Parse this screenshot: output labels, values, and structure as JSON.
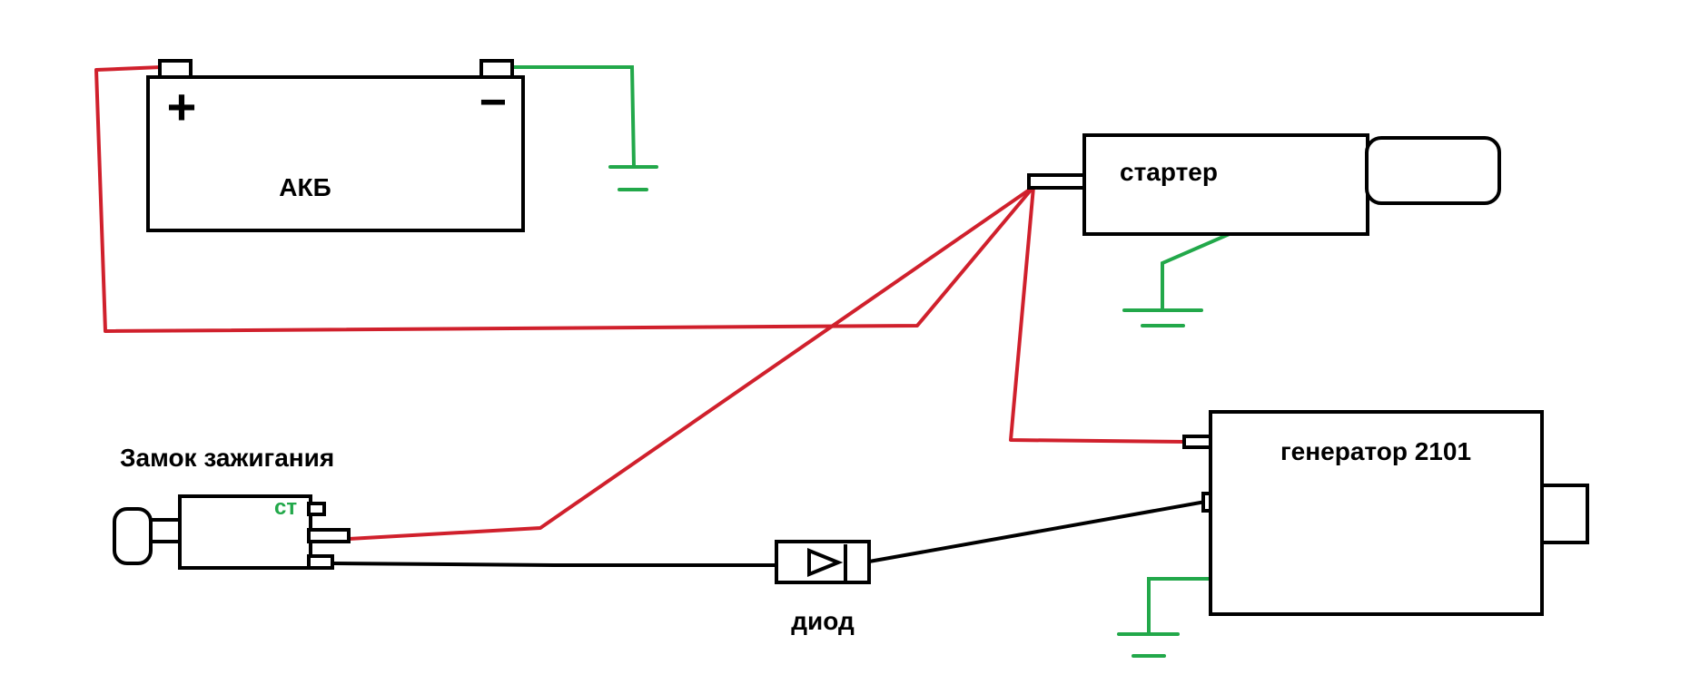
{
  "colors": {
    "outline": "#000000",
    "positive_wire": "#d0202c",
    "ground_wire": "#22a84a",
    "signal_wire": "#000000",
    "background": "#ffffff"
  },
  "battery": {
    "label": "АКБ",
    "plus_symbol": "+",
    "minus_symbol": "−"
  },
  "starter": {
    "label": "стартер"
  },
  "generator": {
    "label": "генератор 2101"
  },
  "ignition": {
    "label": "Замок зажигания",
    "terminal_label": "ст"
  },
  "diode": {
    "label": "диод"
  }
}
